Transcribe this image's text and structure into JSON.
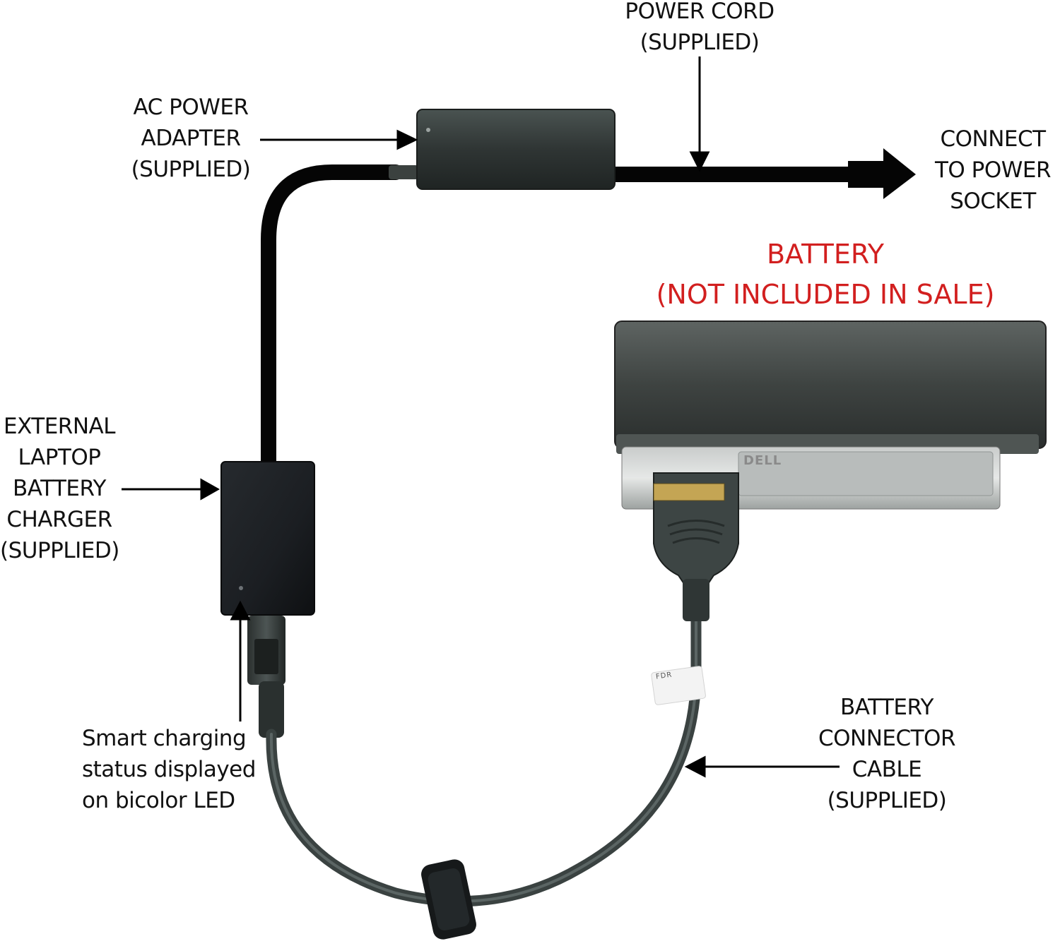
{
  "labels": {
    "power_cord": [
      "POWER CORD",
      "(SUPPLIED)"
    ],
    "ac_adapter": [
      "AC POWER",
      "ADAPTER",
      "(SUPPLIED)"
    ],
    "connect_socket": [
      "CONNECT",
      "TO POWER",
      "SOCKET"
    ],
    "battery": [
      "BATTERY",
      "(NOT INCLUDED IN SALE)"
    ],
    "external_charger": [
      "EXTERNAL",
      "LAPTOP",
      "BATTERY",
      "CHARGER",
      "(SUPPLIED)"
    ],
    "smart_charging": [
      "Smart charging",
      "status displayed",
      "on bicolor LED"
    ],
    "battery_cable": [
      "BATTERY",
      "CONNECTOR",
      "CABLE",
      "(SUPPLIED)"
    ]
  },
  "battery_brand": "DELL",
  "cable_tag": "FDR",
  "colors": {
    "text": "#111111",
    "highlight": "#d21f1f",
    "cable": "#0a0a0a",
    "device": "#2b2f2e"
  }
}
